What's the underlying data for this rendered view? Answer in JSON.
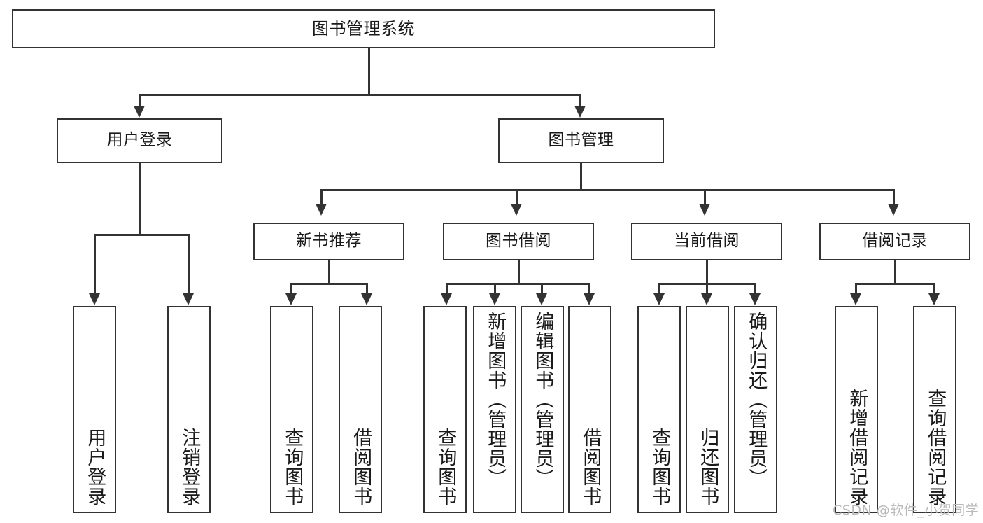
{
  "diagram": {
    "title": "图书管理系统",
    "type": "功能结构图",
    "root": {
      "label": "图书管理系统"
    },
    "level2": [
      {
        "label": "用户登录"
      },
      {
        "label": "图书管理"
      }
    ],
    "level3": [
      {
        "label": "新书推荐"
      },
      {
        "label": "图书借阅"
      },
      {
        "label": "当前借阅"
      },
      {
        "label": "借阅记录"
      }
    ],
    "leaves": {
      "user_login": [
        {
          "label": "用户登录"
        },
        {
          "label": "注销登录"
        }
      ],
      "new_book_recommend": [
        {
          "label": "查询图书"
        },
        {
          "label": "借阅图书"
        }
      ],
      "book_borrow": [
        {
          "label": "查询图书"
        },
        {
          "label": "新增图书（管理员）"
        },
        {
          "label": "编辑图书（管理员）"
        },
        {
          "label": "借阅图书"
        }
      ],
      "current_borrow": [
        {
          "label": "查询图书"
        },
        {
          "label": "归还图书"
        },
        {
          "label": "确认归还（管理员）"
        }
      ],
      "borrow_record": [
        {
          "label": "新增借阅记录"
        },
        {
          "label": "查询借阅记录"
        }
      ]
    },
    "watermark": "CSDN @软件_小贺同学",
    "colors": {
      "stroke": "#333333",
      "fill": "#ffffff",
      "text": "#1a1a1a",
      "watermark": "#b9b9b9"
    }
  }
}
